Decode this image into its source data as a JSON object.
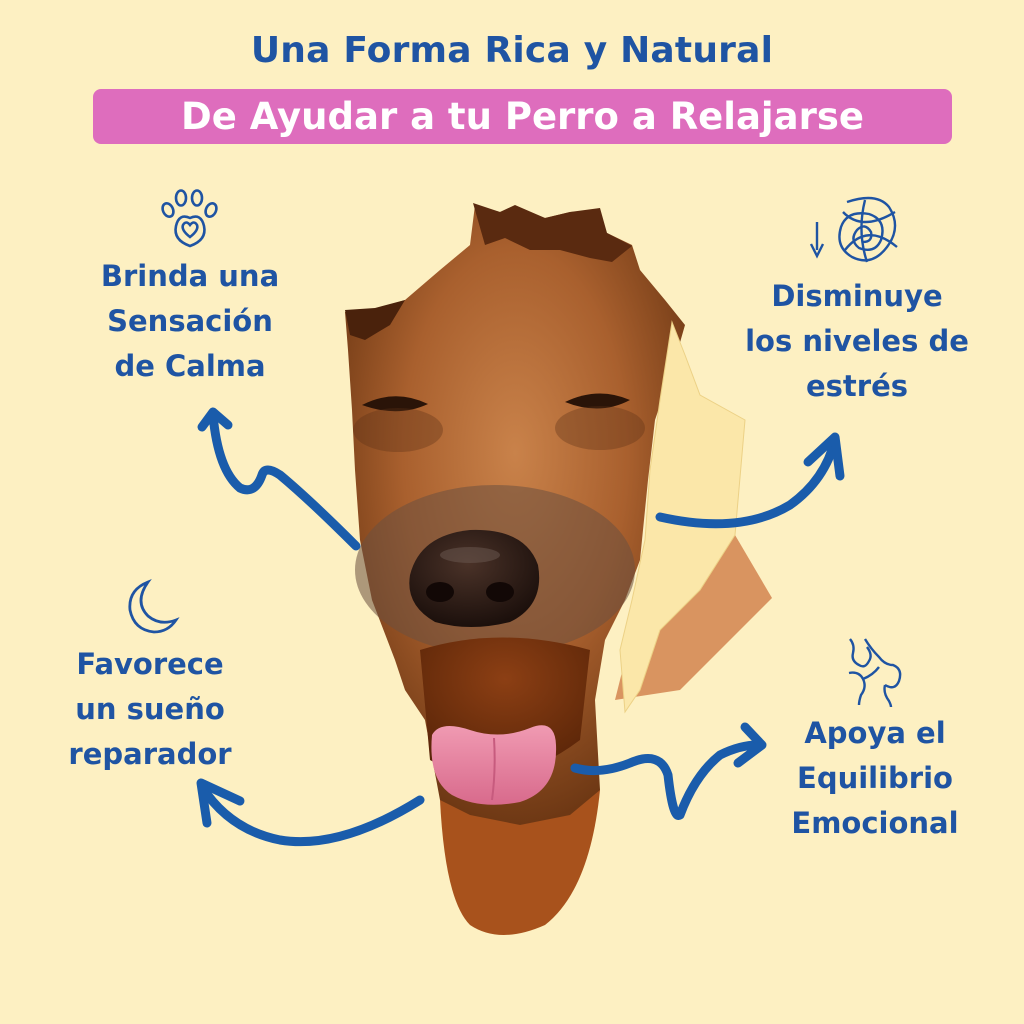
{
  "header": {
    "title": "Una Forma Rica y Natural",
    "banner": "De Ayudar a tu Perro a Relajarse"
  },
  "colors": {
    "background": "#fdf0c2",
    "text_blue": "#1f54a3",
    "banner_pink": "#de6dbd",
    "arrow_blue": "#1a5cab"
  },
  "features": [
    {
      "icon": "paw-heart-icon",
      "lines": [
        "Brinda una",
        "Sensación",
        "de Calma"
      ]
    },
    {
      "icon": "stress-scribble-icon",
      "lines": [
        "Disminuye",
        "los niveles de",
        "estrés"
      ]
    },
    {
      "icon": "moon-icon",
      "lines": [
        "Favorece",
        "un sueño",
        "reparador"
      ]
    },
    {
      "icon": "person-dog-icon",
      "lines": [
        "Apoya el",
        "Equilibrio",
        "Emocional"
      ]
    }
  ],
  "image": {
    "subject": "dog-face-tearing-through-paper"
  }
}
